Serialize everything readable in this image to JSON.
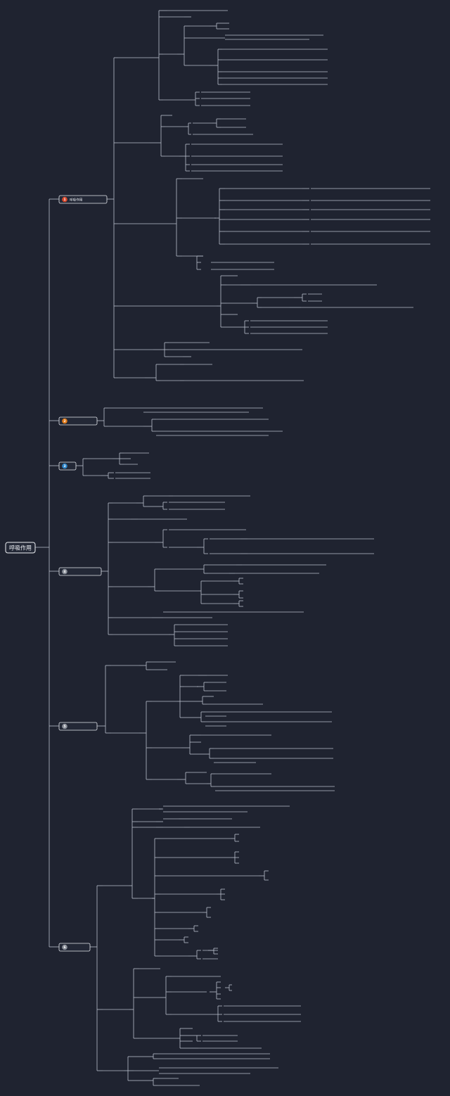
{
  "root": {
    "label": "呼吸作用"
  },
  "branches": [
    {
      "label": "呼吸作用",
      "number": "1",
      "color": "#d9482b"
    },
    {
      "label": "",
      "number": "2",
      "color": "#e07b1a"
    },
    {
      "label": "",
      "number": "3",
      "color": "#2f86c9"
    },
    {
      "label": "",
      "number": "4",
      "color": "#8a8f99"
    },
    {
      "label": "",
      "number": "5",
      "color": "#8a8f99"
    },
    {
      "label": "",
      "number": "6",
      "color": "#8a8f99"
    }
  ]
}
